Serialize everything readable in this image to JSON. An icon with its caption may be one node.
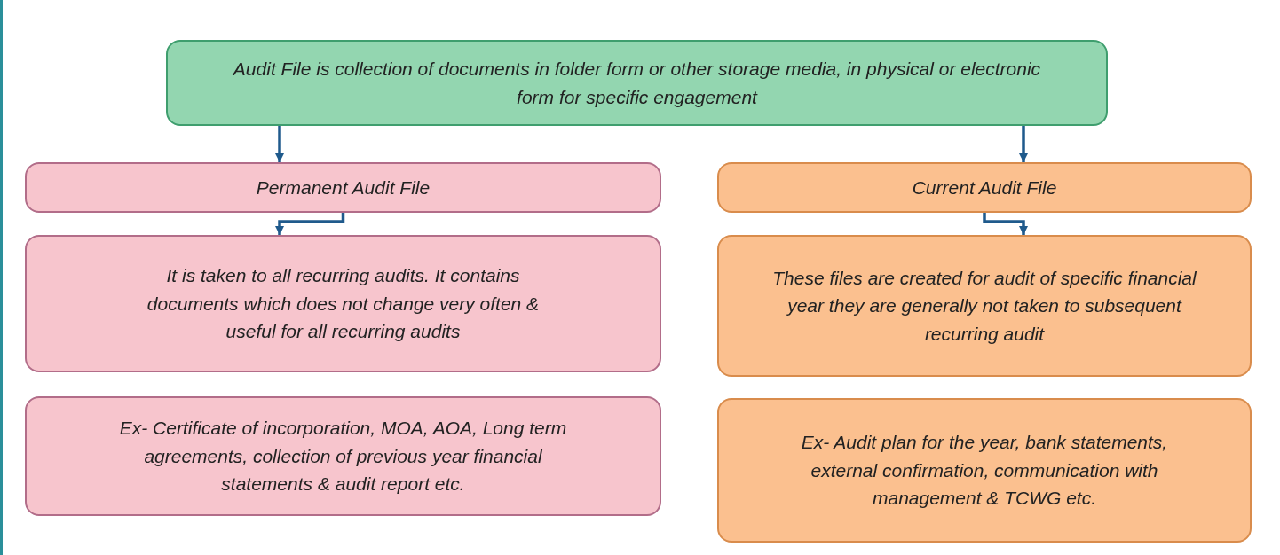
{
  "diagram": {
    "nodes": [
      {
        "text": [
          "Audit File is collection of documents in folder form or other storage media, in physical or electronic form for specific engagement"
        ]
      },
      {
        "text": [
          "Permanent Audit File"
        ]
      },
      {
        "text": [
          "Current Audit File"
        ]
      },
      {
        "text": [
          "It is taken to all recurring audits. It contains documents which does not change very often & useful for all recurring audits"
        ]
      },
      {
        "text": [
          "These files are created for audit of specific financial year they are generally not taken to subsequent recurring audit"
        ]
      },
      {
        "text": [
          "Ex- Certificate of incorporation, MOA, AOA, Long term agreements, collection of previous year financial statements & audit report etc."
        ]
      },
      {
        "text": [
          "Ex- Audit plan for the year, bank statements, external confirmation, communication with management & TCWG etc."
        ]
      }
    ],
    "edges": [
      {
        "from": 0,
        "to": 1,
        "arrow": "to"
      },
      {
        "from": 0,
        "to": 2,
        "arrow": "to"
      },
      {
        "from": 1,
        "to": 3,
        "arrow": "to"
      },
      {
        "from": 2,
        "to": 4,
        "arrow": "to"
      }
    ]
  }
}
